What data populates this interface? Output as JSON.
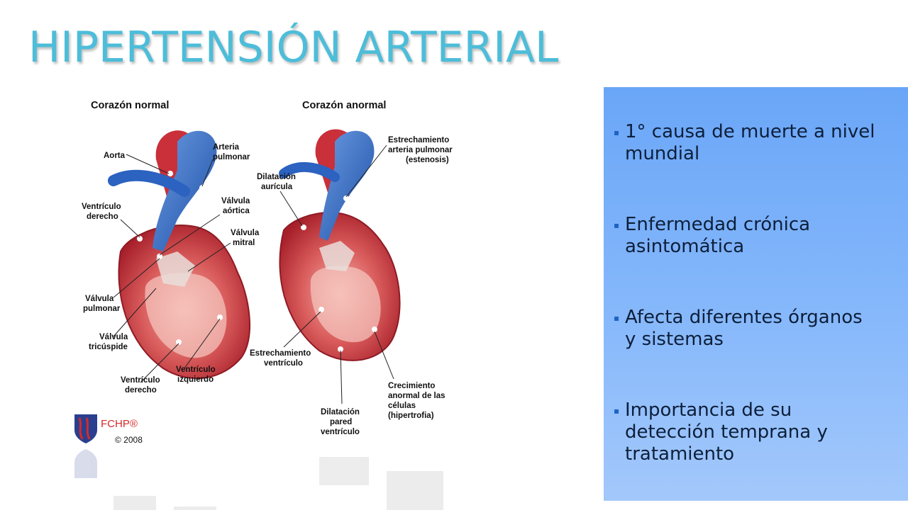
{
  "slide": {
    "title": "HIPERTENSIÓN ARTERIAL",
    "accent_color": "#4dbdd9",
    "panel_color": "#6aa6f7"
  },
  "bullets": [
    {
      "line1": "1° causa de muerte a nivel",
      "line2": "mundial"
    },
    {
      "line1": "Enfermedad crónica",
      "line2": "asintomática"
    },
    {
      "line1": "Afecta diferentes órganos",
      "line2": "y sistemas"
    },
    {
      "line1": "Importancia de su",
      "line2": "detección temprana y",
      "line3": "tratamiento"
    }
  ],
  "figure": {
    "normal": {
      "header": "Corazón normal",
      "labels": {
        "aorta": "Aorta",
        "arteria_1": "Arteria",
        "arteria_2": "pulmonar",
        "ventriculo_der_1": "Ventrículo",
        "ventriculo_der_2": "derecho",
        "valvula_aortica_1": "Válvula",
        "valvula_aortica_2": "aórtica",
        "valvula_mitral_1": "Válvula",
        "valvula_mitral_2": "mitral",
        "valvula_pulmonar_1": "Válvula",
        "valvula_pulmonar_2": "pulmonar",
        "valvula_tricuspide_1": "Válvula",
        "valvula_tricuspide_2": "tricúspide",
        "ventriculo_der_b_1": "Ventrículo",
        "ventriculo_der_b_2": "derecho",
        "ventriculo_izq_1": "Ventrículo",
        "ventriculo_izq_2": "izquierdo"
      }
    },
    "anormal": {
      "header": "Corazón anormal",
      "labels": {
        "estrech_arteria_1": "Estrechamiento",
        "estrech_arteria_2": "arteria pulmonar",
        "estrech_arteria_3": "(estenosis)",
        "dilatacion_aur_1": "Dilatación",
        "dilatacion_aur_2": "aurícula",
        "estrech_vent_1": "Estrechamiento",
        "estrech_vent_2": "ventrículo",
        "crecimiento_1": "Crecimiento",
        "crecimiento_2": "anormal de las",
        "crecimiento_3": "células",
        "crecimiento_4": "(hipertrofia)",
        "dilatacion_pared_1": "Dilatación",
        "dilatacion_pared_2": "pared",
        "dilatacion_pared_3": "ventrículo"
      }
    },
    "logo": {
      "name": "FCHP®",
      "year": "© 2008"
    }
  }
}
